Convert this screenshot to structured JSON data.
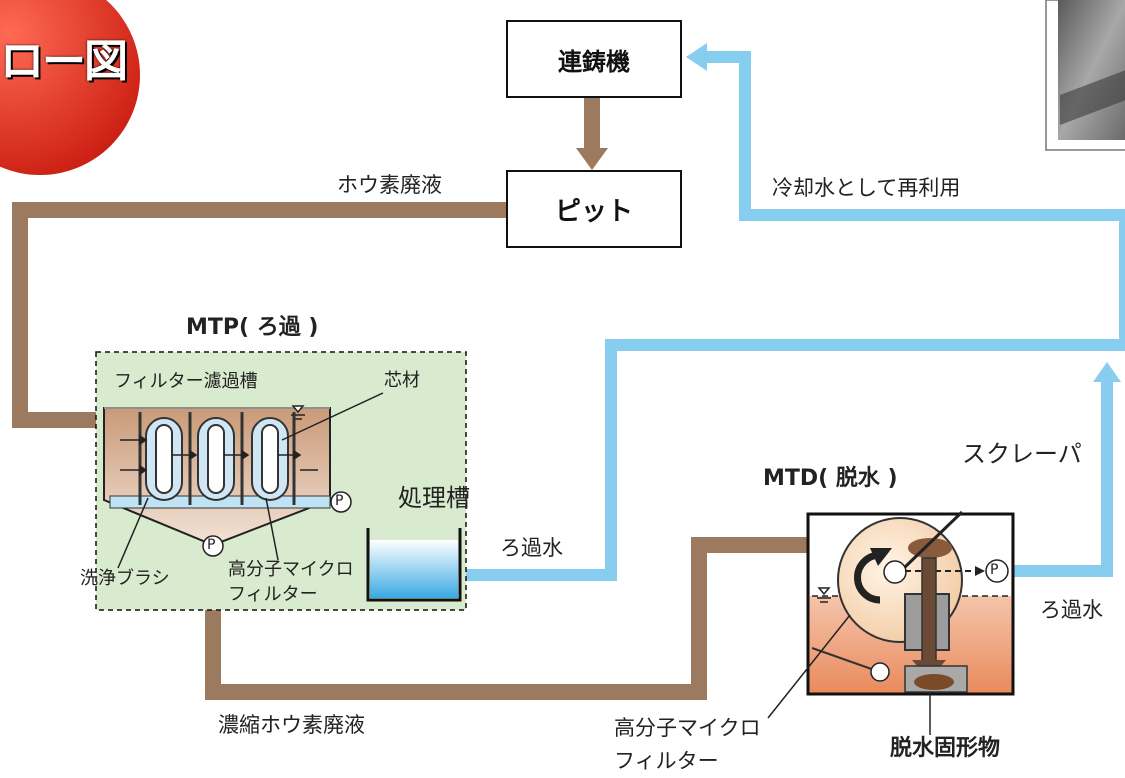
{
  "badge": {
    "text": "ロー図"
  },
  "nodes": {
    "caster": "連鋳機",
    "pit": "ピット"
  },
  "labels": {
    "boron_waste": "ホウ素廃液",
    "reuse": "冷却水として再利用",
    "mtp_title": "MTP( ろ過 )",
    "filter_tank": "フィルター濾過槽",
    "core": "芯材",
    "treatment_tank": "処理槽",
    "filtrate_1": "ろ過水",
    "brush": "洗浄ブラシ",
    "mtp_filter": "高分子マイクロ\nフィルター",
    "mtd_title": "MTD( 脱水 )",
    "scraper": "スクレーパ",
    "filtrate_2": "ろ過水",
    "concentrated": "濃縮ホウ素廃液",
    "mtd_filter": "高分子マイクロ\nフィルター",
    "dewatered": "脱水固形物",
    "pump": "P"
  },
  "colors": {
    "brown_pipe": "#9b7a60",
    "blue_pipe": "#86cdf0",
    "green_panel": "#d8ebcf",
    "badge_red": "#e02a1c"
  }
}
